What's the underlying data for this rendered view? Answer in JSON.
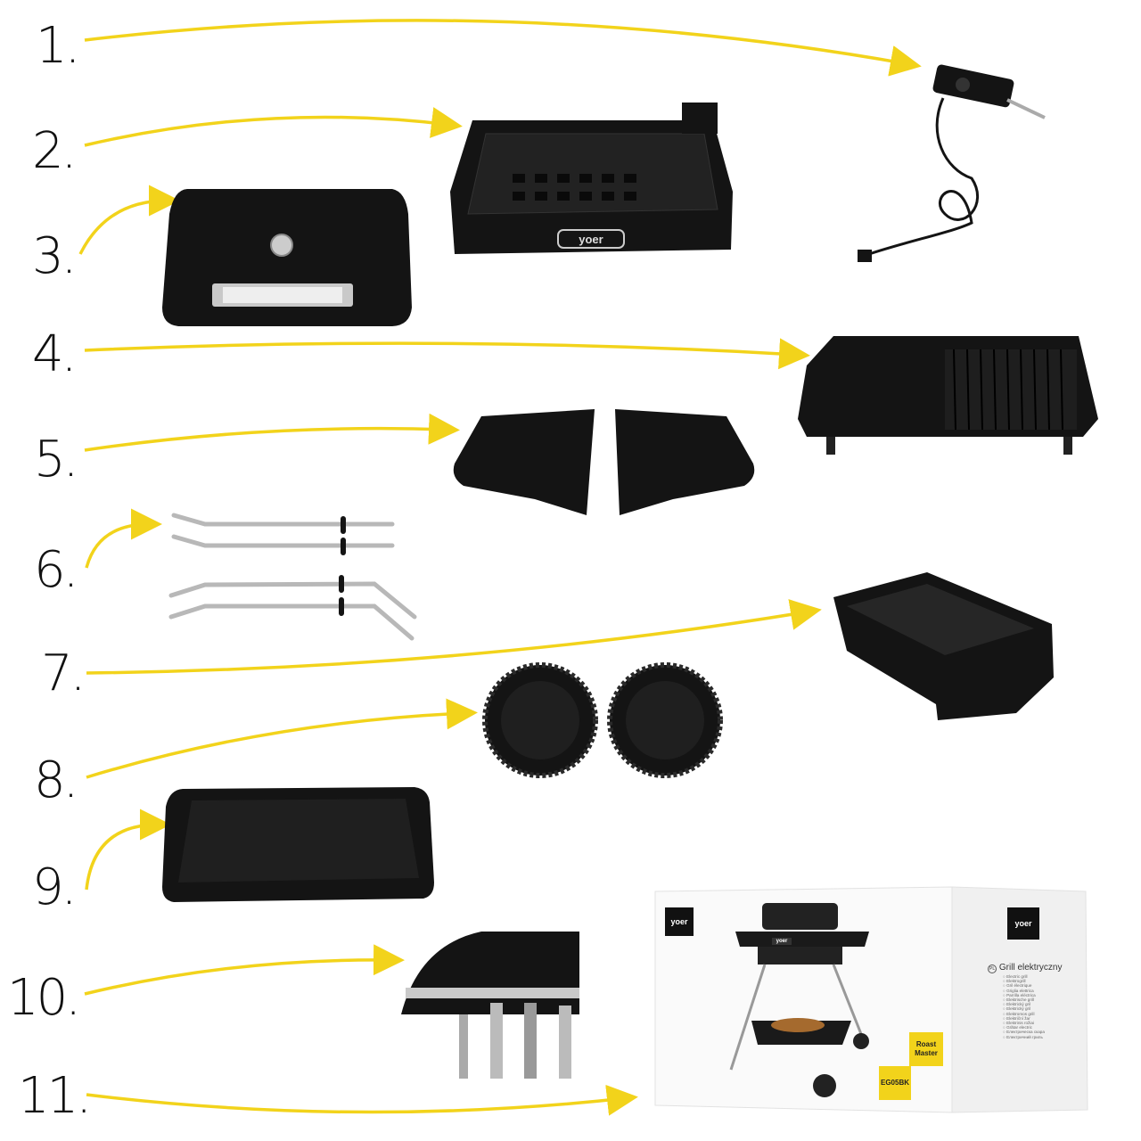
{
  "labels": [
    "1.",
    "2.",
    "3.",
    "4.",
    "5.",
    "6.",
    "7.",
    "8.",
    "9.",
    "10.",
    "11."
  ],
  "colors": {
    "arrow": "#f2d31b",
    "part": "#141414",
    "metal": "#b8b8b8"
  },
  "parts": [
    "power-controller-icon",
    "grill-base-icon",
    "lid-icon",
    "grill-plate-icon",
    "side-tables-icon",
    "leg-tubes-icon",
    "drip-tray-icon",
    "wheels-icon",
    "tray-icon",
    "tool-hooks-icon",
    "packaging-box-icon"
  ],
  "box": {
    "brand": "yoer",
    "model_name": "Roast Master",
    "model_code": "EG05BK",
    "lang_badge": "PL",
    "title": "Grill elektryczny",
    "languages": [
      "Electric grill",
      "Elektrogrill",
      "Gril électrique",
      "Griglia elettrica",
      "Parrilla eléctrica",
      "Elektrische grill",
      "Elektrický gril",
      "Elektrický gril",
      "Elektromos grill",
      "Električní žar",
      "Elektrinis rožiai",
      "Grătar electric",
      "Електрическа скара",
      "Електричний гриль"
    ]
  },
  "base_brand": "yoer"
}
